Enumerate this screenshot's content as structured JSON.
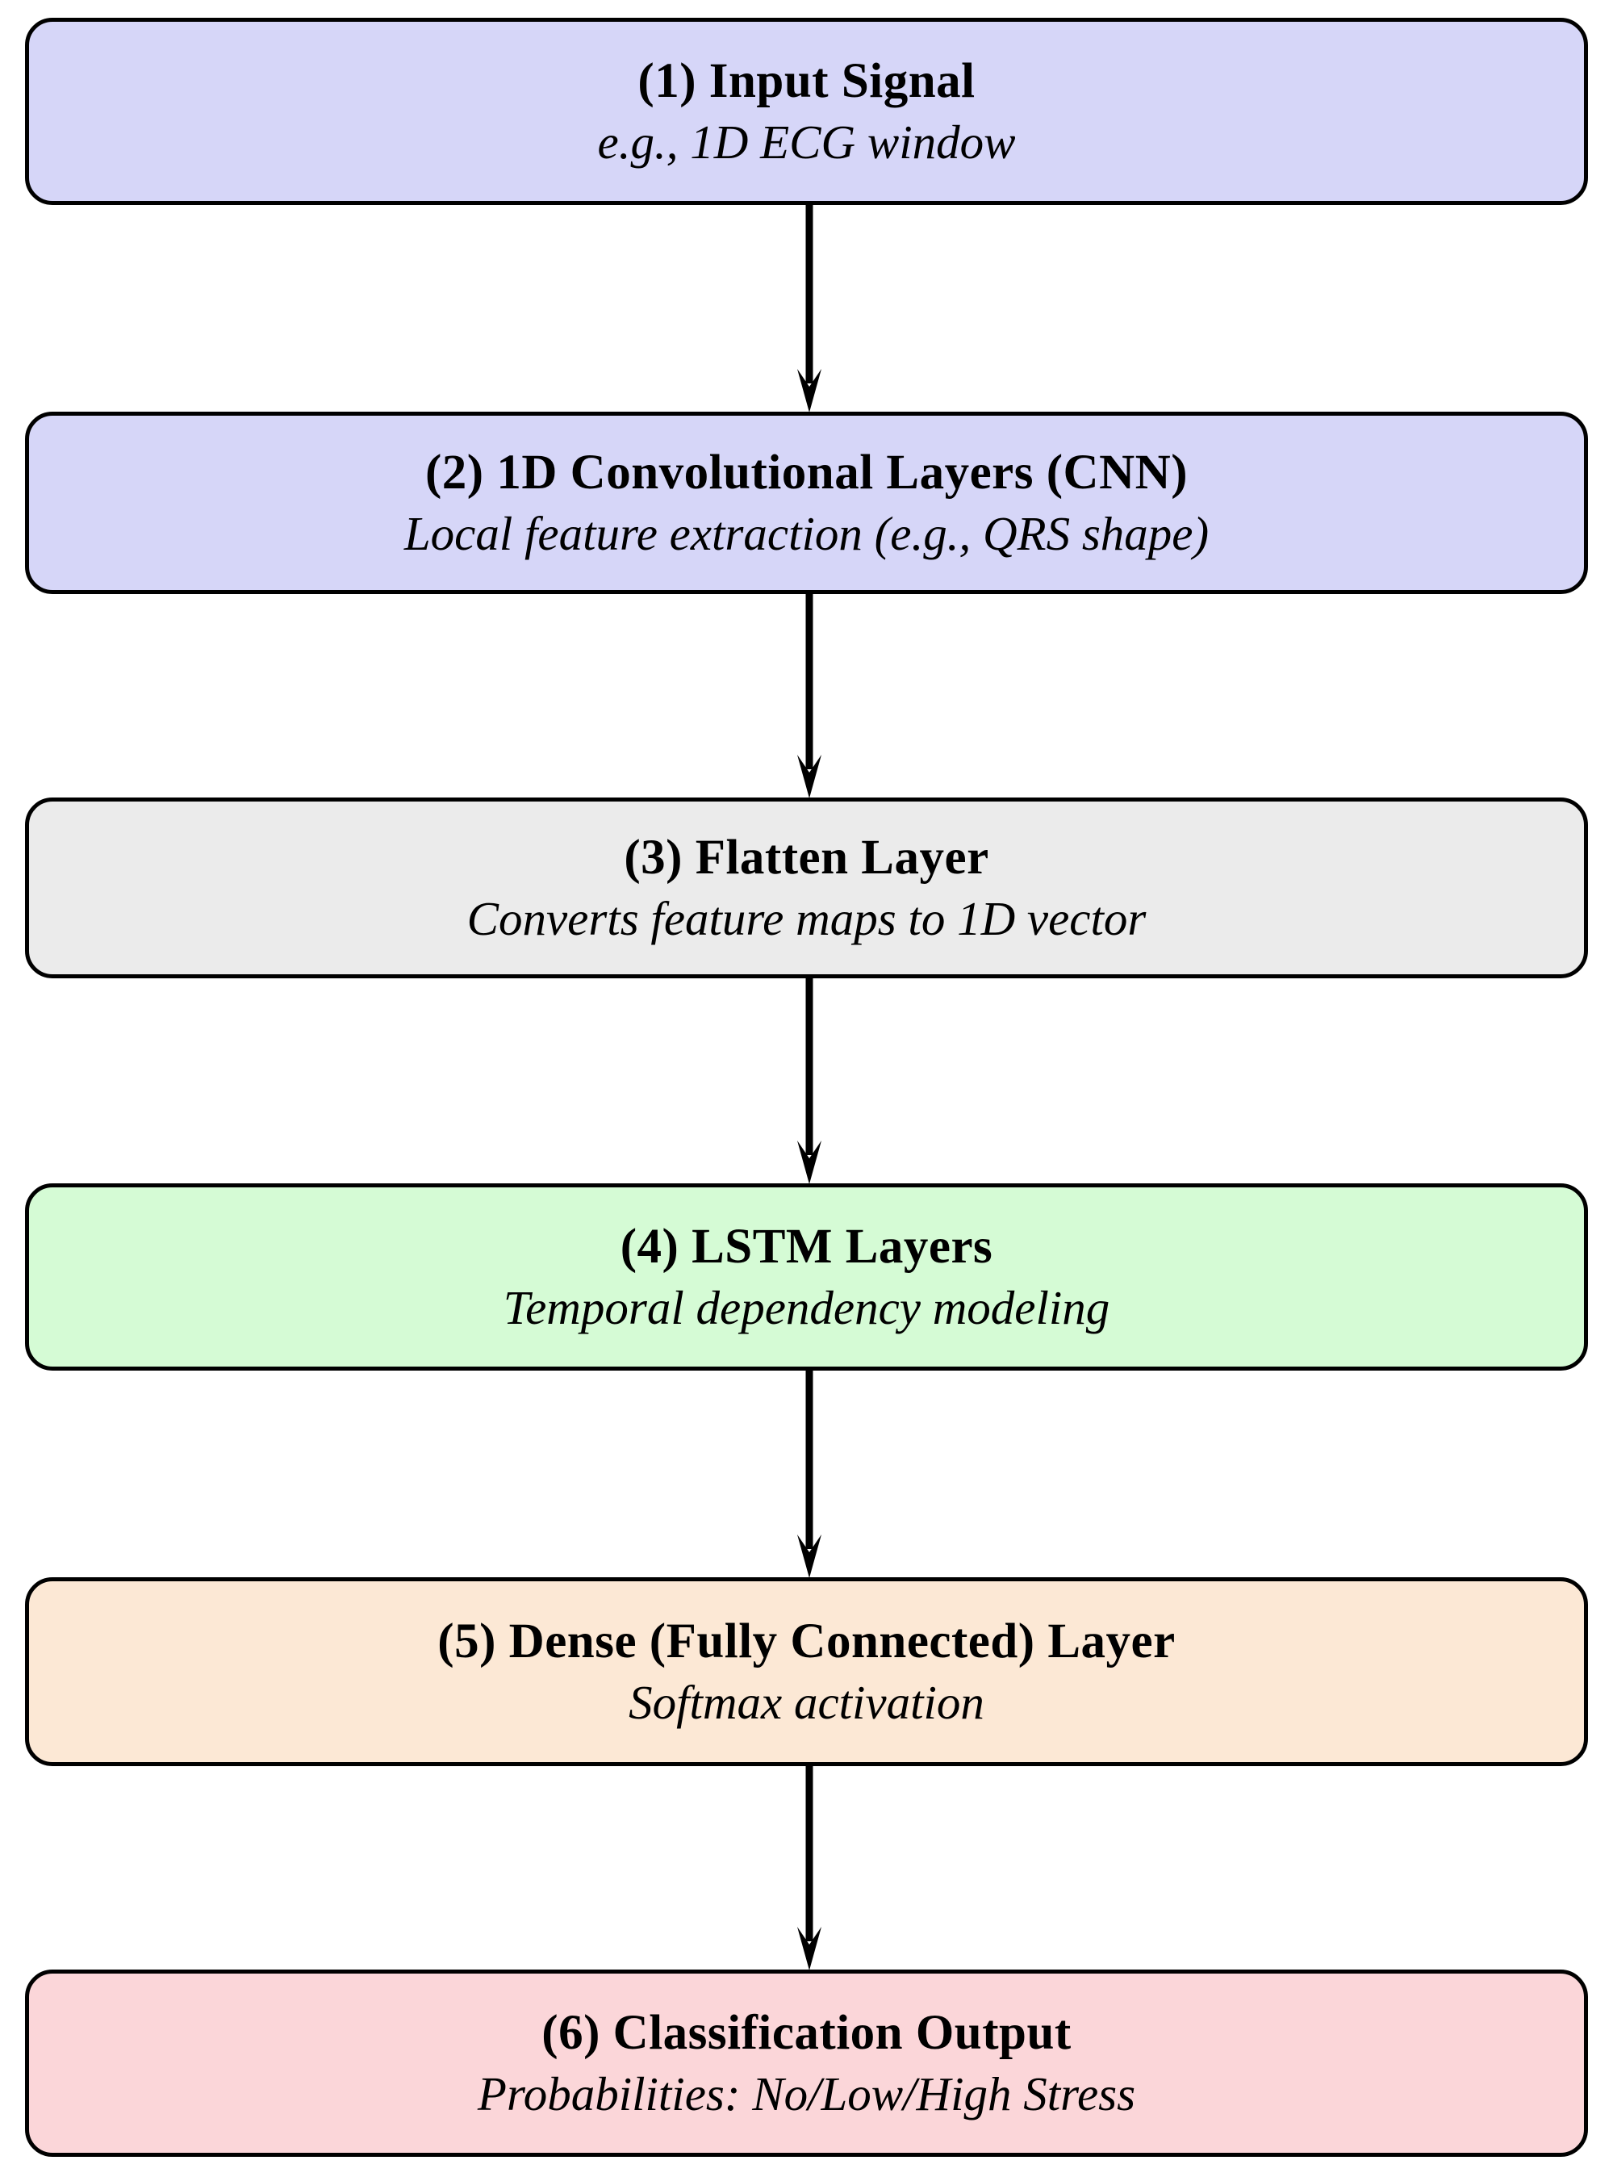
{
  "diagram": {
    "title": "CNN-LSTM pipeline flowchart",
    "orientation": "top-to-bottom",
    "background": "#ffffff",
    "edge_color": "#000000",
    "border_color": "#000000",
    "nodes": [
      {
        "id": "input-signal",
        "index": "(1)",
        "title": "(1)  Input  Signal",
        "subtitle": "e.g.,  1D  ECG  window",
        "fill": "#d6d6f8"
      },
      {
        "id": "conv-layers",
        "index": "(2)",
        "title": "(2) 1D Convolutional Layers (CNN)",
        "subtitle": "Local feature extraction (e.g., QRS shape)",
        "fill": "#d6d6f8"
      },
      {
        "id": "flatten-layer",
        "index": "(3)",
        "title": "(3)  Flatten  Layer",
        "subtitle": "Converts  feature  maps  to 1D  vector",
        "fill": "#ebebeb"
      },
      {
        "id": "lstm-layers",
        "index": "(4)",
        "title": "(4)  LSTM  Layers",
        "subtitle": "Temporal  dependency  modeling",
        "fill": "#d5fbd5"
      },
      {
        "id": "dense-layer",
        "index": "(5)",
        "title": "(5)  Dense  (Fully  Connected)  Layer",
        "subtitle": "Softmax  activation",
        "fill": "#fce8d5"
      },
      {
        "id": "classification-output",
        "index": "(6)",
        "title": "(6)  Classification  Output",
        "subtitle": "Probabilities: No/Low/High  Stress",
        "fill": "#fbd6d9"
      }
    ],
    "edges": [
      {
        "id": "edge-1-2",
        "from": "input-signal",
        "to": "conv-layers"
      },
      {
        "id": "edge-2-3",
        "from": "conv-layers",
        "to": "flatten-layer"
      },
      {
        "id": "edge-3-4",
        "from": "flatten-layer",
        "to": "lstm-layers"
      },
      {
        "id": "edge-4-5",
        "from": "lstm-layers",
        "to": "dense-layer"
      },
      {
        "id": "edge-5-6",
        "from": "dense-layer",
        "to": "classification-output"
      }
    ]
  }
}
